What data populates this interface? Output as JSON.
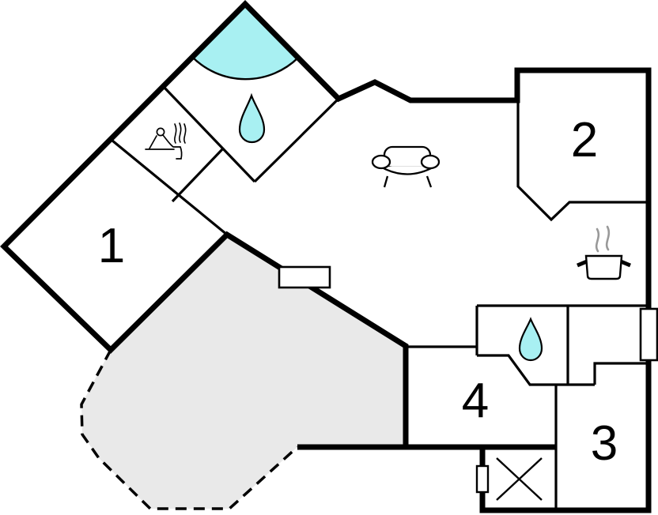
{
  "meta": {
    "title": "Floor plan",
    "type": "holiday-home floor plan drawing"
  },
  "colors": {
    "wall": "#000000",
    "water_fill": "#a8f0f2",
    "terrace_fill": "#e9e9e9",
    "steam": "#999999",
    "paper": "#ffffff"
  },
  "rooms": [
    {
      "label": "1"
    },
    {
      "label": "2"
    },
    {
      "label": "3"
    },
    {
      "label": "4"
    }
  ],
  "icons": {
    "shower": "shower-corner-icon",
    "drop_top_bathroom": "water-drop-icon",
    "drop_lower_bathroom": "water-drop-icon",
    "sauna": "sauna-person-icon",
    "sofa": "sofa-icon",
    "pot": "cooking-pot-icon",
    "cross_box": "cross-box-icon",
    "windows": "window-marker",
    "terrace": "terrace-dashed-area"
  }
}
